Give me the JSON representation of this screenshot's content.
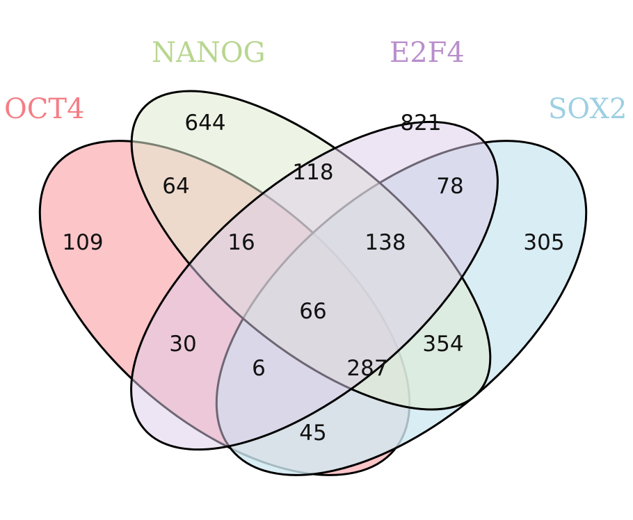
{
  "sets": [
    {
      "key": "oct4",
      "name": "OCT4",
      "color": "#f47e85"
    },
    {
      "key": "nanog",
      "name": "NANOG",
      "color": "#b8d68f"
    },
    {
      "key": "e2f4",
      "name": "E2F4",
      "color": "#b98ecc"
    },
    {
      "key": "sox2",
      "name": "SOX2",
      "color": "#9dd0e2"
    }
  ],
  "fills": {
    "oct4": "#fbb6ba",
    "nanog": "#e0ebcf",
    "e2f4": "#dccbe7",
    "sox2": "#cfe9f1"
  },
  "regions": [
    {
      "key": "oct4_only",
      "sets": [
        "OCT4"
      ],
      "value": "109"
    },
    {
      "key": "nanog_only",
      "sets": [
        "NANOG"
      ],
      "value": "644"
    },
    {
      "key": "e2f4_only",
      "sets": [
        "E2F4"
      ],
      "value": "821"
    },
    {
      "key": "sox2_only",
      "sets": [
        "SOX2"
      ],
      "value": "305"
    },
    {
      "key": "oct4_nanog",
      "sets": [
        "OCT4",
        "NANOG"
      ],
      "value": "64"
    },
    {
      "key": "nanog_e2f4",
      "sets": [
        "NANOG",
        "E2F4"
      ],
      "value": "118"
    },
    {
      "key": "e2f4_sox2",
      "sets": [
        "E2F4",
        "SOX2"
      ],
      "value": "78"
    },
    {
      "key": "oct4_nanog_e2f4",
      "sets": [
        "OCT4",
        "NANOG",
        "E2F4"
      ],
      "value": "16"
    },
    {
      "key": "nanog_e2f4_sox2",
      "sets": [
        "NANOG",
        "E2F4",
        "SOX2"
      ],
      "value": "138"
    },
    {
      "key": "all_four",
      "sets": [
        "OCT4",
        "NANOG",
        "E2F4",
        "SOX2"
      ],
      "value": "66"
    },
    {
      "key": "oct4_e2f4",
      "sets": [
        "OCT4",
        "E2F4"
      ],
      "value": "30"
    },
    {
      "key": "nanog_sox2",
      "sets": [
        "NANOG",
        "SOX2"
      ],
      "value": "354"
    },
    {
      "key": "oct4_e2f4_sox2",
      "sets": [
        "OCT4",
        "E2F4",
        "SOX2"
      ],
      "value": "6"
    },
    {
      "key": "oct4_nanog_sox2",
      "sets": [
        "OCT4",
        "NANOG",
        "SOX2"
      ],
      "value": "287"
    },
    {
      "key": "oct4_sox2",
      "sets": [
        "OCT4",
        "SOX2"
      ],
      "value": "45"
    }
  ]
}
